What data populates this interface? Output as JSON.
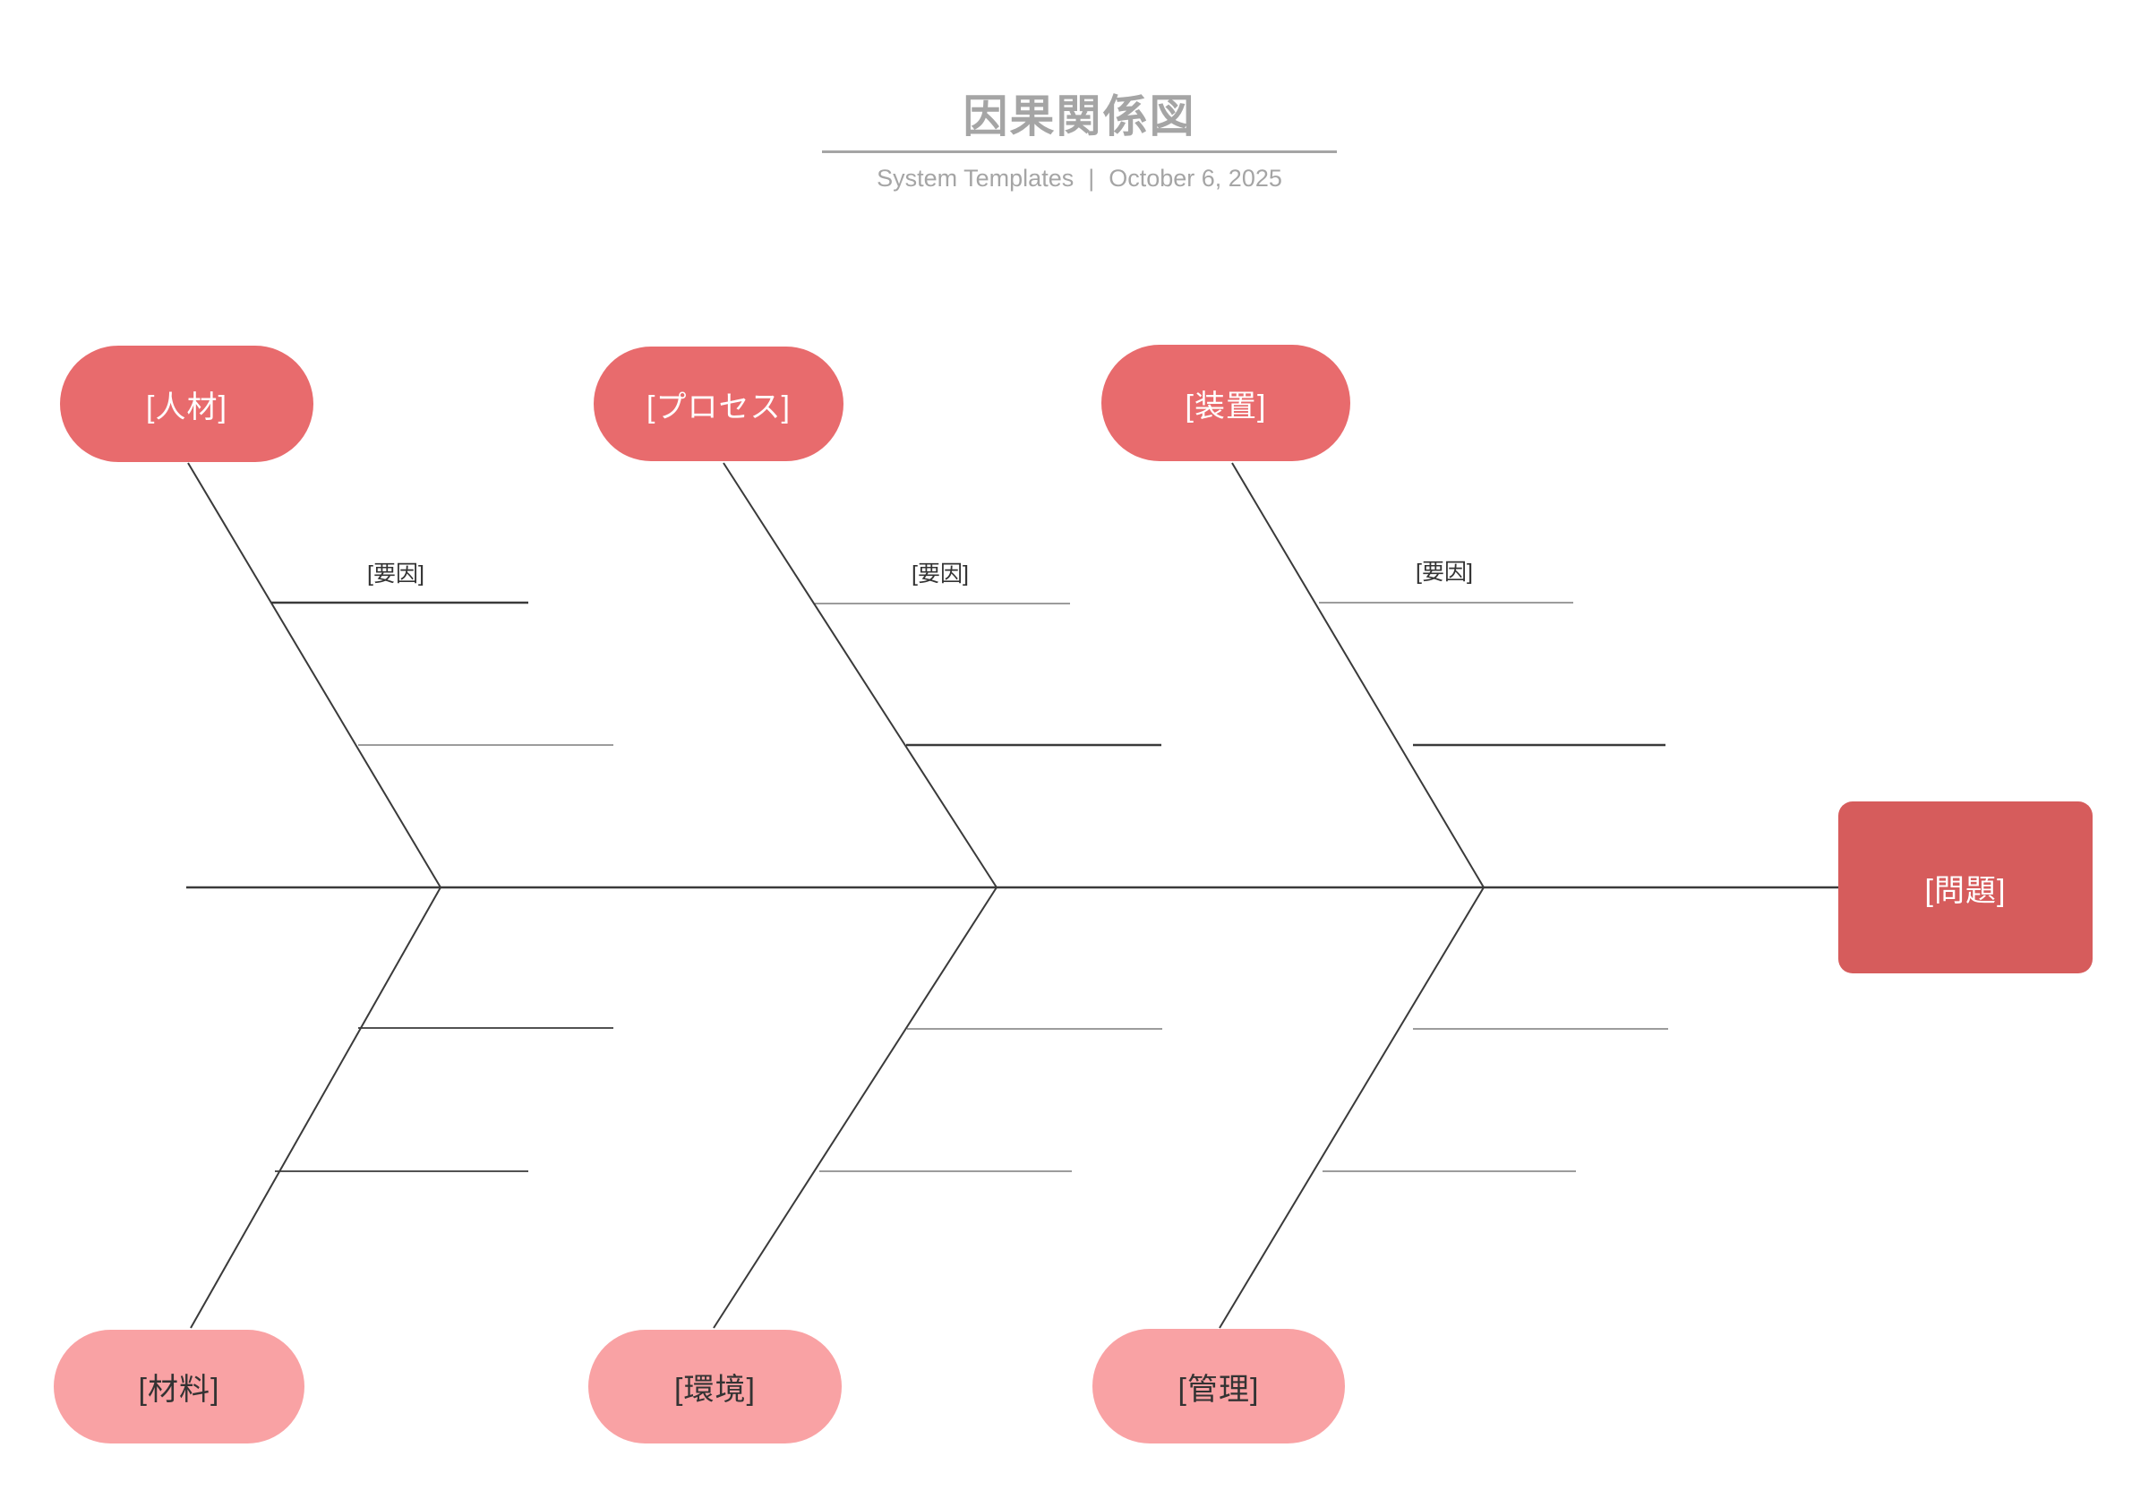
{
  "header": {
    "title": "因果関係図",
    "subtitle_left": "System Templates",
    "subtitle_separator": "|",
    "subtitle_right": "October 6, 2025"
  },
  "diagram": {
    "type": "fishbone",
    "problem_label": "[問題]",
    "factor_placeholder": "[要因]",
    "top_categories": [
      {
        "id": "personnel",
        "label": "[人材]",
        "factor_label": "[要因]"
      },
      {
        "id": "process",
        "label": "[プロセス]",
        "factor_label": "[要因]"
      },
      {
        "id": "equipment",
        "label": "[装置]",
        "factor_label": "[要因]"
      }
    ],
    "bottom_categories": [
      {
        "id": "materials",
        "label": "[材料]"
      },
      {
        "id": "environment",
        "label": "[環境]"
      },
      {
        "id": "management",
        "label": "[管理]"
      }
    ]
  },
  "colors": {
    "top_category_fill": "#e86b6d",
    "bottom_category_fill": "#f9a2a4",
    "problem_fill": "#d65c5c",
    "line_color": "#3a3a3a",
    "header_gray": "#a5a5a5",
    "factor_text": "#333333",
    "page_bg": "#ffffff"
  }
}
